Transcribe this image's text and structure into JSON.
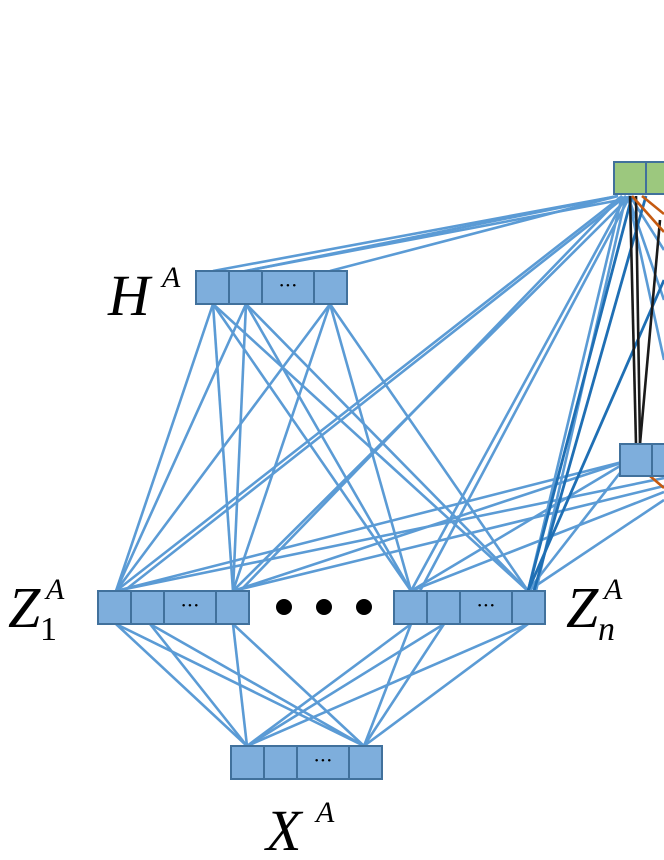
{
  "labels": {
    "h": {
      "main": "H",
      "sup": "A"
    },
    "z1": {
      "main": "Z",
      "sup": "A",
      "sub": "1"
    },
    "zn": {
      "main": "Z",
      "sup": "A",
      "sub": "n"
    },
    "x": {
      "main": "X",
      "sup": "A"
    }
  },
  "vector_ellipsis": "···",
  "layer_ellipsis": "●  ●  ●",
  "colors": {
    "node_fill": "#7EAEDC",
    "node_stroke": "#41719C",
    "top_node_fill": "#9CC87E",
    "edge_blue": "#5B9BD5",
    "edge_dark_blue": "#1F6FB4",
    "edge_black": "#1A1A1A",
    "edge_orange": "#C55A11"
  }
}
